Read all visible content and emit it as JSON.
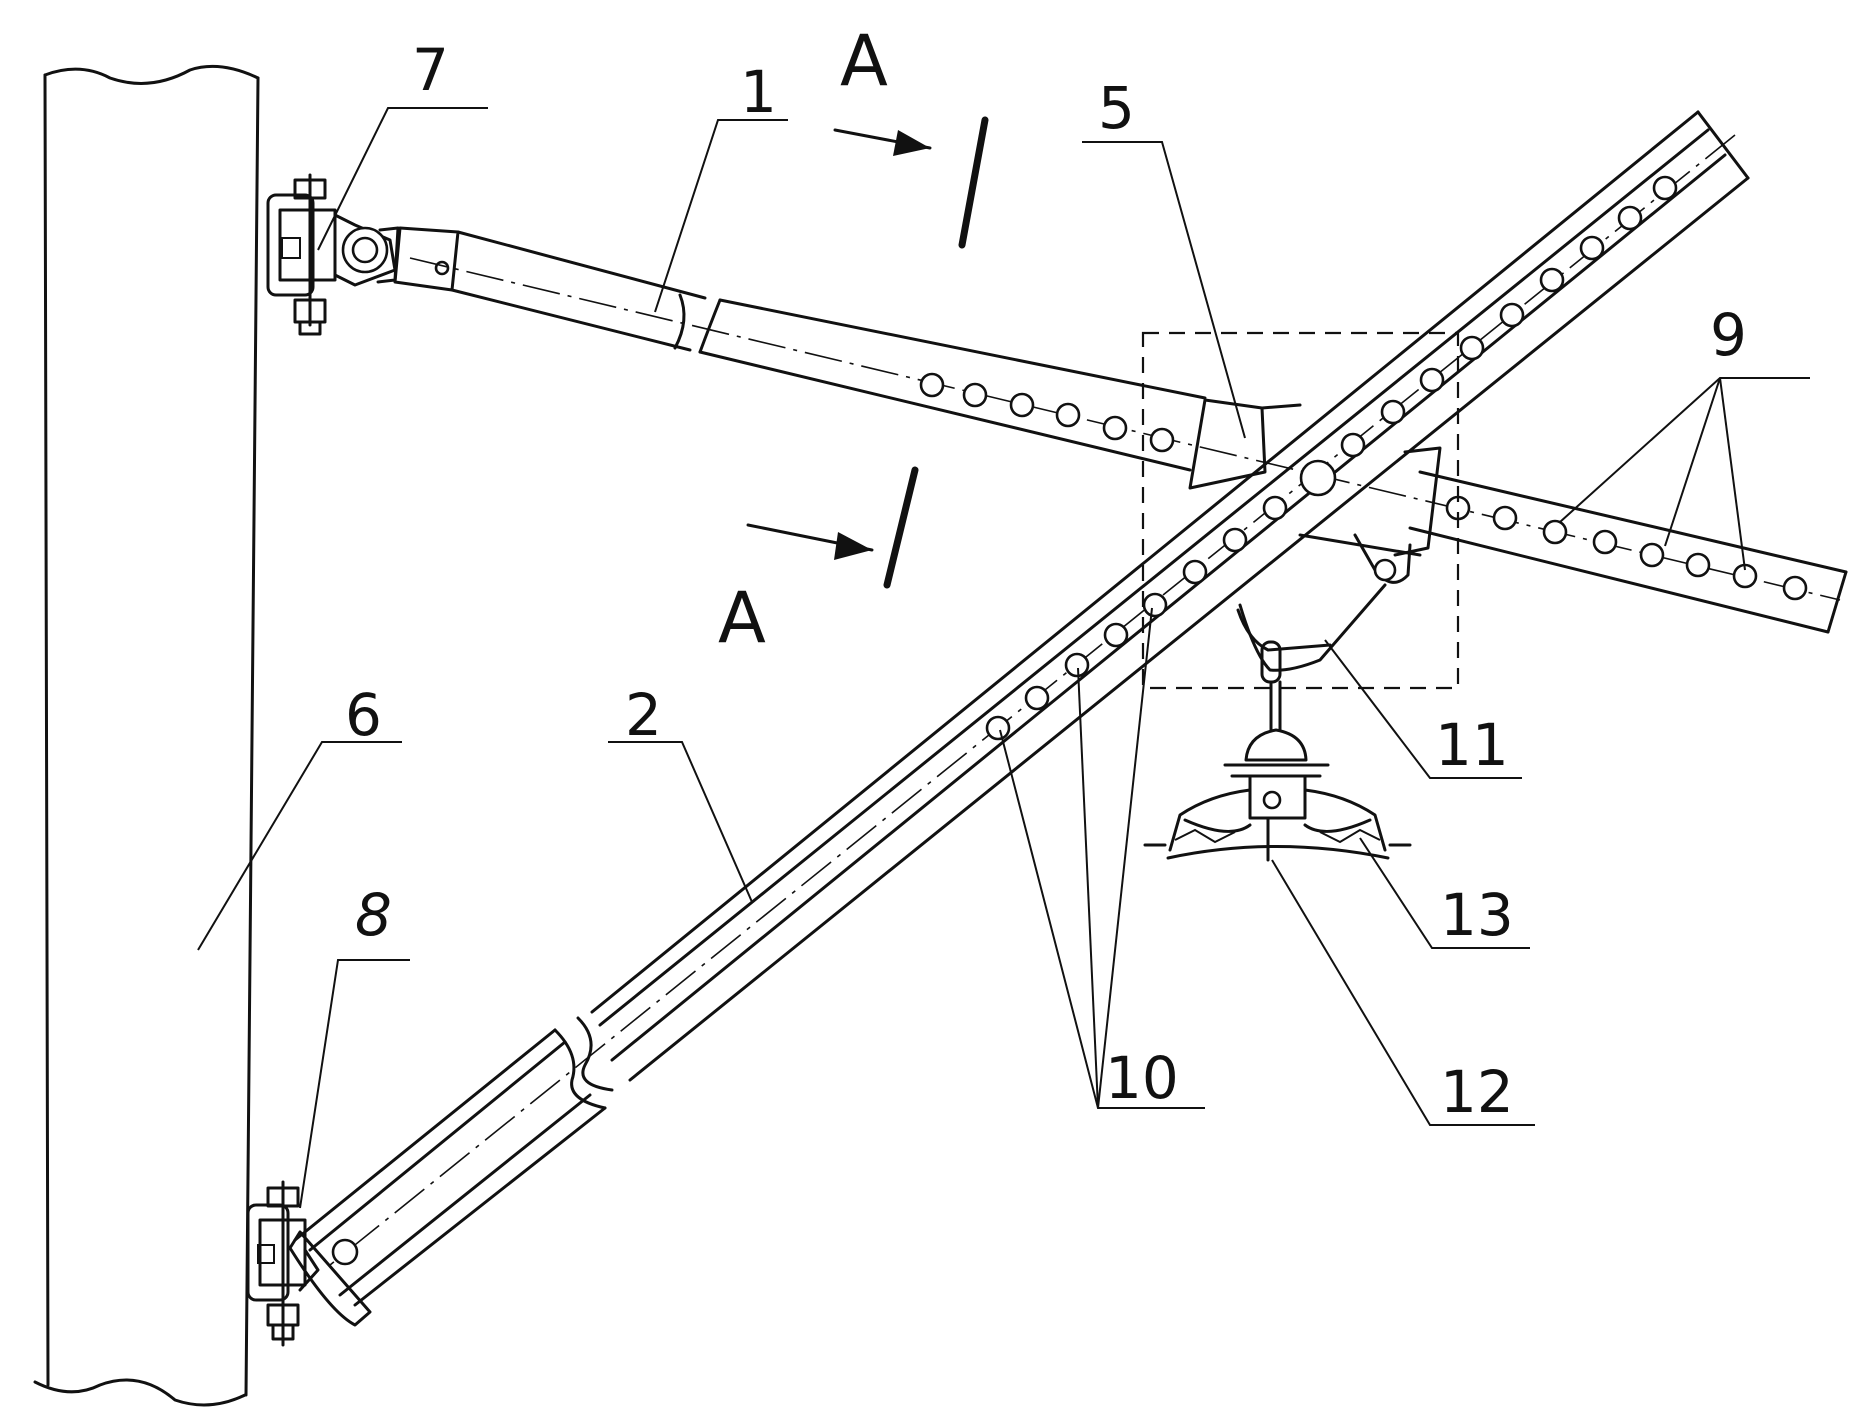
{
  "section": {
    "mark": "A"
  },
  "callouts": {
    "c1": "1",
    "c2": "2",
    "c5": "5",
    "c6": "6",
    "c7": "7",
    "c8": "8",
    "c9": "9",
    "c10": "10",
    "c11": "11",
    "c12": "12",
    "c13": "13"
  }
}
